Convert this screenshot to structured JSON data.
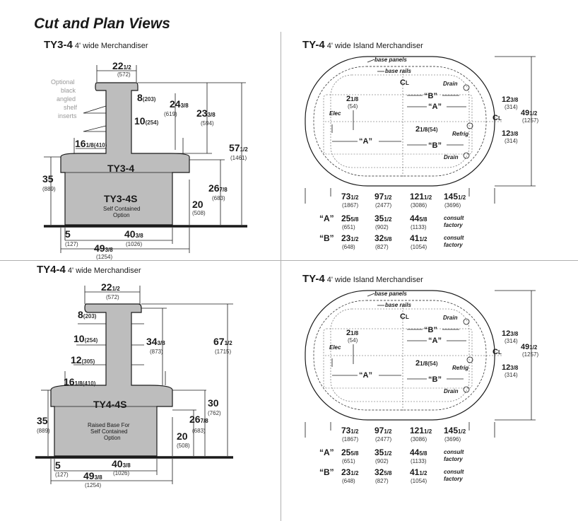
{
  "page_title": "Cut and Plan Views",
  "panel_ty3": {
    "model": "TY3-4",
    "subtitle": "4' wide Merchandiser",
    "optional_note": [
      "Optional",
      "black",
      "angled",
      "shelf",
      "inserts"
    ],
    "body_label": "TY3-4",
    "base_label": "TY3-4S",
    "base_sub": [
      "Self Contained",
      "Option"
    ],
    "dims": {
      "top_width": {
        "whole": "22",
        "frac": "1/2",
        "mm": "(572)"
      },
      "shelf_8": {
        "whole": "8",
        "mm": "(203)"
      },
      "shelf_10": {
        "whole": "10",
        "mm": "(254)"
      },
      "h_24": {
        "whole": "24",
        "frac": "3/8",
        "mm": "(619)"
      },
      "h_23": {
        "whole": "23",
        "frac": "3/8",
        "mm": "(594)"
      },
      "h_57": {
        "whole": "57",
        "frac": "1/2",
        "mm": "(1461)"
      },
      "deck_16": {
        "whole": "16",
        "frac": "1/8",
        "mm": "(410)"
      },
      "h_35": {
        "whole": "35",
        "mm": "(889)"
      },
      "h_26": {
        "whole": "26",
        "frac": "7/8",
        "mm": "(683)"
      },
      "h_20": {
        "whole": "20",
        "mm": "(508)"
      },
      "w_5": {
        "whole": "5",
        "mm": "(127)"
      },
      "w_40": {
        "whole": "40",
        "frac": "3/8",
        "mm": "(1026)"
      },
      "w_49": {
        "whole": "49",
        "frac": "3/8",
        "mm": "(1254)"
      }
    }
  },
  "panel_ty4": {
    "model": "TY4-4",
    "subtitle": "4' wide Merchandiser",
    "body_label": "TY4-4S",
    "base_sub": [
      "Raised Base For",
      "Self Contained",
      "Option"
    ],
    "dims": {
      "top_width": {
        "whole": "22",
        "frac": "1/2",
        "mm": "(572)"
      },
      "shelf_8": {
        "whole": "8",
        "mm": "(203)"
      },
      "shelf_10": {
        "whole": "10",
        "mm": "(254)"
      },
      "shelf_12": {
        "whole": "12",
        "mm": "(305)"
      },
      "h_34": {
        "whole": "34",
        "frac": "3/8",
        "mm": "(873)"
      },
      "h_67": {
        "whole": "67",
        "frac": "1/2",
        "mm": "(1715)"
      },
      "deck_16": {
        "whole": "16",
        "frac": "1/8",
        "mm": "(410)"
      },
      "h_35": {
        "whole": "35",
        "mm": "(889)"
      },
      "h_30": {
        "whole": "30",
        "mm": "(762)"
      },
      "h_26": {
        "whole": "26",
        "frac": "7/8",
        "mm": "(683)"
      },
      "h_20": {
        "whole": "20",
        "mm": "(508)"
      },
      "w_5": {
        "whole": "5",
        "mm": "(127)"
      },
      "w_40": {
        "whole": "40",
        "frac": "3/8",
        "mm": "(1026)"
      },
      "w_49": {
        "whole": "49",
        "frac": "3/8",
        "mm": "(1254)"
      }
    }
  },
  "plan": {
    "model": "TY-4",
    "subtitle": "4' wide Island Merchandiser",
    "labels": {
      "base_panels": "base panels",
      "base_rails": "base rails",
      "centerline": "C",
      "centerline_sub": "L",
      "drain": "Drain",
      "elec": "Elec",
      "refrig": "Refrig",
      "a": "“A”",
      "b": "“B”"
    },
    "dims": {
      "d2": {
        "whole": "2",
        "frac": "1/8",
        "mm": "(54)"
      },
      "d2b": {
        "whole": "2",
        "frac": "1/8",
        "mm": "(54)"
      },
      "d12a": {
        "whole": "12",
        "frac": "3/8",
        "mm": "(314)"
      },
      "d12b": {
        "whole": "12",
        "frac": "3/8",
        "mm": "(314)"
      },
      "d49": {
        "whole": "49",
        "frac": "1/2",
        "mm": "(1257)"
      }
    },
    "table": {
      "lengths": [
        {
          "whole": "73",
          "frac": "1/2",
          "mm": "(1867)"
        },
        {
          "whole": "97",
          "frac": "1/2",
          "mm": "(2477)"
        },
        {
          "whole": "121",
          "frac": "1/2",
          "mm": "(3086)"
        },
        {
          "whole": "145",
          "frac": "1/2",
          "mm": "(3696)"
        }
      ],
      "rows": [
        {
          "key": "“A”",
          "cells": [
            {
              "whole": "25",
              "frac": "5/8",
              "mm": "(651)"
            },
            {
              "whole": "35",
              "frac": "1/2",
              "mm": "(902)"
            },
            {
              "whole": "44",
              "frac": "5/8",
              "mm": "(1133)"
            },
            {
              "text": [
                "consult",
                "factory"
              ]
            }
          ]
        },
        {
          "key": "“B”",
          "cells": [
            {
              "whole": "23",
              "frac": "1/2",
              "mm": "(648)"
            },
            {
              "whole": "32",
              "frac": "5/8",
              "mm": "(827)"
            },
            {
              "whole": "41",
              "frac": "1/2",
              "mm": "(1054)"
            },
            {
              "text": [
                "consult",
                "factory"
              ]
            }
          ]
        }
      ]
    }
  }
}
